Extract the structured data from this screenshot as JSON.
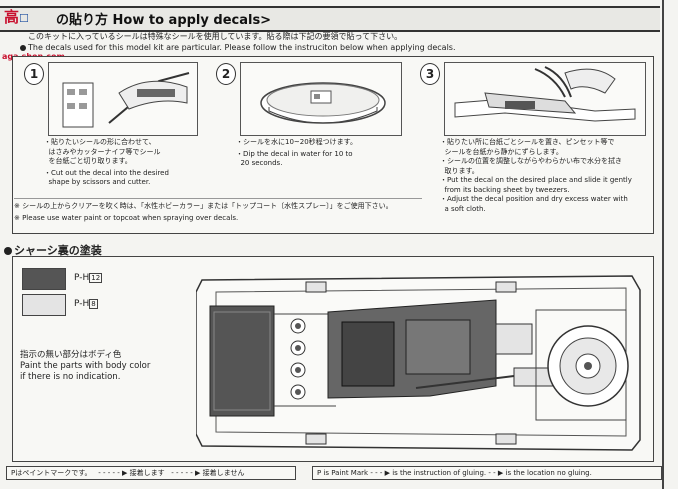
{
  "header": {
    "icon_text": "高",
    "title": "の貼り方 How to apply decals>",
    "watermark_url": "aga.shon.com",
    "jp_line": "このキットに入っているシールは特殊なシールを使用しています。貼る際は下記の要領で貼って下さい。",
    "en_line": "The decals used for this model kit are particular. Please follow the instruciton below when applying decals."
  },
  "steps": [
    {
      "num": "1",
      "jp": [
        "貼りたいシールの形に合わせて、",
        "はさみやカッターナイフ等でシール",
        "を台紙ごと切り取ります。"
      ],
      "en": [
        "Cut out the decal into the desired",
        "shape by scissors and cutter."
      ]
    },
    {
      "num": "2",
      "jp": [
        "シールを水に10~20秒程つけます。"
      ],
      "en": [
        "Dip the decal in water for 10 to",
        "20 seconds."
      ]
    },
    {
      "num": "3",
      "jp": [
        "貼りたい所に台紙ごとシールを置き、ピンセット等で",
        "シールを台紙から静かにずらします。",
        "シールの位置を調整しながらやわらかい布で水分を拭き",
        "取ります。"
      ],
      "en": [
        "Put the decal on the desired place and slide it gently",
        "from its backing sheet by tweezers.",
        "Adjust the decal position and dry excess water with",
        "a soft cloth."
      ]
    }
  ],
  "notes": {
    "jp": "※ シールの上からクリアーを吹く時は、「水性ホビーカラー」または「トップコート〔水性スプレー〕」をご使用下さい。",
    "en": "※ Please use water paint or topcoat when spraying over decals."
  },
  "section": {
    "title": "シャーシ裏の塗装"
  },
  "legend": [
    {
      "label": "P-H",
      "code": "12",
      "color": "#555555"
    },
    {
      "label": "P-H",
      "code": "8",
      "color": "#e4e4e4"
    }
  ],
  "body_note": {
    "jp": "指示の無い部分はボディ色",
    "en1": "Paint the parts with body color",
    "en2": "if there is no indication."
  },
  "footer": {
    "left": {
      "paint": "Pはペイントマークです。",
      "glue": "接着します",
      "noglue": "接着しません"
    },
    "right": {
      "paint": "P is Paint Mark",
      "glue": "is the instruction of gluing.",
      "noglue": "is the location no gluing."
    }
  }
}
